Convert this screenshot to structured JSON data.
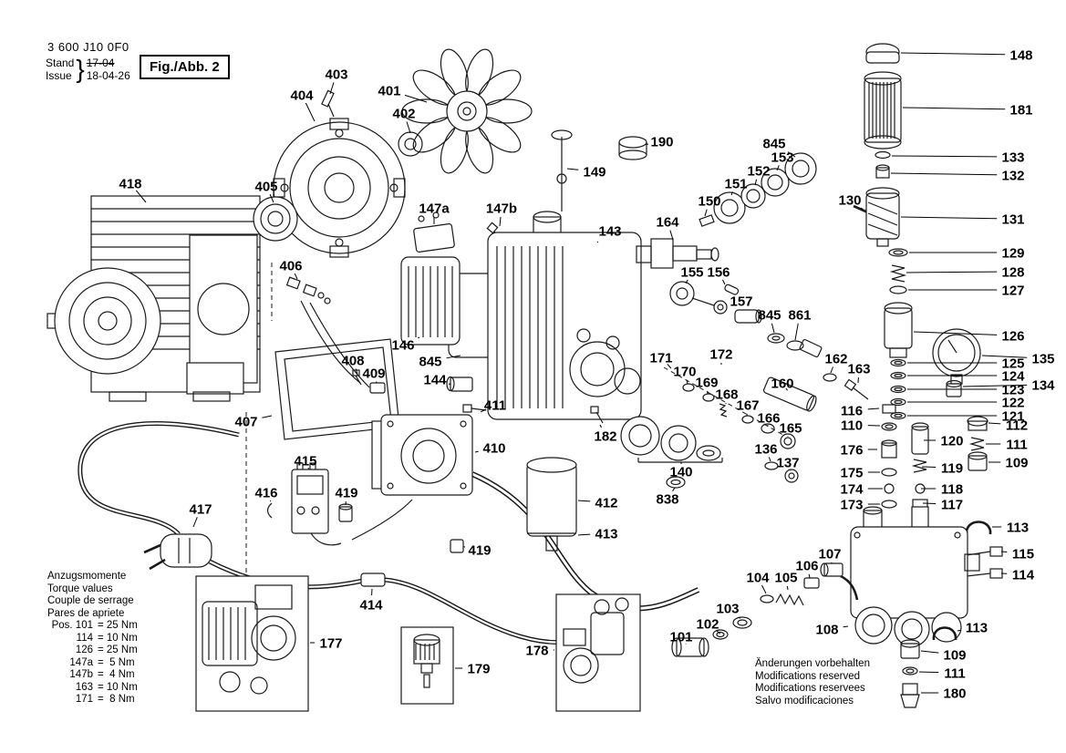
{
  "header": {
    "part_number": "3 600 J10 0F0",
    "stand_label": "Stand",
    "issue_label": "Issue",
    "brace": "}",
    "superseded_date": "17-04",
    "issue_date": "18-04-26",
    "figure_label": "Fig./Abb. 2"
  },
  "torque": {
    "titles": [
      "Anzugsmomente",
      "Torque values",
      "Couple de serrage",
      "Pares de apriete"
    ],
    "rows": [
      {
        "pos": "Pos. 101",
        "nm": "= 25 Nm"
      },
      {
        "pos": "114",
        "nm": "= 10 Nm"
      },
      {
        "pos": "126",
        "nm": "= 25 Nm"
      },
      {
        "pos": "147a",
        "nm": "=  5 Nm"
      },
      {
        "pos": "147b",
        "nm": "=  4 Nm"
      },
      {
        "pos": "163",
        "nm": "= 10 Nm"
      },
      {
        "pos": "171",
        "nm": "=  8 Nm"
      }
    ]
  },
  "footer": {
    "lines": [
      "Änderungen vorbehalten",
      "Modifications reserved",
      "Modifications reservees",
      "Salvo modificaciones"
    ]
  },
  "part_labels": [
    [
      "403",
      369,
      81,
      362,
      103
    ],
    [
      "404",
      331,
      104,
      345,
      133
    ],
    [
      "401",
      427,
      99,
      468,
      112
    ],
    [
      "402",
      443,
      124,
      450,
      146
    ],
    [
      "148",
      1120,
      60,
      988,
      58
    ],
    [
      "181",
      1120,
      120,
      990,
      118
    ],
    [
      "190",
      726,
      155,
      711,
      158
    ],
    [
      "149",
      652,
      188,
      622,
      185
    ],
    [
      "845",
      849,
      157,
      872,
      172
    ],
    [
      "153",
      858,
      172,
      852,
      187
    ],
    [
      "152",
      832,
      187,
      828,
      203
    ],
    [
      "151",
      807,
      201,
      802,
      214
    ],
    [
      "150",
      778,
      220,
      773,
      237
    ],
    [
      "133",
      1111,
      172,
      978,
      171
    ],
    [
      "132",
      1111,
      192,
      977,
      190
    ],
    [
      "130",
      932,
      219,
      944,
      228
    ],
    [
      "131",
      1111,
      240,
      988,
      238
    ],
    [
      "418",
      143,
      201,
      160,
      222
    ],
    [
      "405",
      292,
      204,
      300,
      222
    ],
    [
      "147a",
      476,
      228,
      476,
      246
    ],
    [
      "147b",
      550,
      228,
      548,
      248
    ],
    [
      "143",
      669,
      253,
      655,
      266
    ],
    [
      "164",
      732,
      243,
      738,
      263
    ],
    [
      "129",
      1111,
      277,
      997,
      277
    ],
    [
      "128",
      1111,
      298,
      994,
      299
    ],
    [
      "155",
      759,
      298,
      752,
      311
    ],
    [
      "156",
      788,
      298,
      795,
      312
    ],
    [
      "127",
      1111,
      318,
      996,
      318
    ],
    [
      "157",
      813,
      330,
      816,
      340
    ],
    [
      "845",
      844,
      345,
      849,
      365
    ],
    [
      "861",
      877,
      345,
      872,
      373
    ],
    [
      "126",
      1111,
      368,
      1002,
      364
    ],
    [
      "406",
      319,
      291,
      326,
      306
    ],
    [
      "146",
      442,
      378,
      460,
      370
    ],
    [
      "845",
      472,
      396,
      505,
      390
    ],
    [
      "125",
      1111,
      398,
      995,
      398
    ],
    [
      "135",
      1144,
      393,
      1077,
      390
    ],
    [
      "171",
      725,
      392,
      736,
      404
    ],
    [
      "172",
      791,
      388,
      791,
      400
    ],
    [
      "162",
      917,
      393,
      911,
      409
    ],
    [
      "163",
      942,
      404,
      941,
      420
    ],
    [
      "124",
      1111,
      412,
      995,
      412
    ],
    [
      "123",
      1111,
      427,
      995,
      427
    ],
    [
      "134",
      1144,
      422,
      1056,
      424
    ],
    [
      "408",
      387,
      395,
      392,
      410
    ],
    [
      "409",
      410,
      409,
      413,
      420
    ],
    [
      "160",
      858,
      420,
      862,
      426
    ],
    [
      "170",
      751,
      407,
      754,
      421
    ],
    [
      "169",
      775,
      419,
      776,
      432
    ],
    [
      "168",
      797,
      432,
      796,
      443
    ],
    [
      "122",
      1111,
      441,
      995,
      441
    ],
    [
      "121",
      1111,
      456,
      995,
      456
    ],
    [
      "144",
      477,
      416,
      492,
      421
    ],
    [
      "411",
      543,
      444,
      533,
      449
    ],
    [
      "167",
      820,
      444,
      819,
      456
    ],
    [
      "166",
      843,
      458,
      842,
      466
    ],
    [
      "165",
      867,
      469,
      864,
      478
    ],
    [
      "116",
      934,
      450,
      964,
      448
    ],
    [
      "110",
      934,
      466,
      965,
      467
    ],
    [
      "112",
      1115,
      466,
      1084,
      464
    ],
    [
      "111",
      1115,
      487,
      1081,
      487
    ],
    [
      "109",
      1115,
      507,
      1084,
      507
    ],
    [
      "120",
      1044,
      483,
      1013,
      483
    ],
    [
      "176",
      934,
      493,
      962,
      493
    ],
    [
      "407",
      270,
      462,
      298,
      456
    ],
    [
      "182",
      664,
      478,
      658,
      466
    ],
    [
      "136",
      840,
      492,
      845,
      506
    ],
    [
      "137",
      864,
      507,
      867,
      517
    ],
    [
      "175",
      934,
      518,
      965,
      518
    ],
    [
      "119",
      1044,
      513,
      1011,
      512
    ],
    [
      "410",
      542,
      491,
      521,
      496
    ],
    [
      "140",
      747,
      517,
      747,
      509
    ],
    [
      "174",
      934,
      536,
      968,
      536
    ],
    [
      "118",
      1044,
      536,
      1010,
      536
    ],
    [
      "173",
      934,
      553,
      965,
      553
    ],
    [
      "117",
      1044,
      553,
      1012,
      552
    ],
    [
      "415",
      335,
      505,
      338,
      513
    ],
    [
      "416",
      292,
      540,
      297,
      550
    ],
    [
      "419",
      380,
      540,
      379,
      554
    ],
    [
      "412",
      665,
      551,
      634,
      549
    ],
    [
      "413",
      665,
      585,
      634,
      587
    ],
    [
      "417",
      220,
      558,
      212,
      578
    ],
    [
      "113",
      1116,
      578,
      1088,
      578
    ],
    [
      "419",
      526,
      603,
      510,
      600
    ],
    [
      "107",
      910,
      607,
      912,
      618
    ],
    [
      "115",
      1122,
      607,
      1098,
      605
    ],
    [
      "114",
      1122,
      630,
      1098,
      629
    ],
    [
      "104",
      831,
      633,
      840,
      651
    ],
    [
      "105",
      862,
      633,
      864,
      647
    ],
    [
      "106",
      885,
      620,
      888,
      634
    ],
    [
      "414",
      407,
      663,
      408,
      646
    ],
    [
      "108",
      907,
      690,
      930,
      687
    ],
    [
      "113",
      1071,
      688,
      1050,
      692
    ],
    [
      "103",
      798,
      667,
      810,
      677
    ],
    [
      "102",
      776,
      684,
      786,
      692
    ],
    [
      "101",
      747,
      698,
      752,
      706
    ],
    [
      "109",
      1047,
      718,
      1010,
      714
    ],
    [
      "111",
      1047,
      738,
      1008,
      737
    ],
    [
      "177",
      363,
      705,
      340,
      705
    ],
    [
      "179",
      525,
      733,
      499,
      733
    ],
    [
      "178",
      589,
      713,
      608,
      713
    ],
    [
      "180",
      1047,
      760,
      1010,
      760
    ],
    [
      "838",
      732,
      547,
      740,
      535
    ]
  ]
}
